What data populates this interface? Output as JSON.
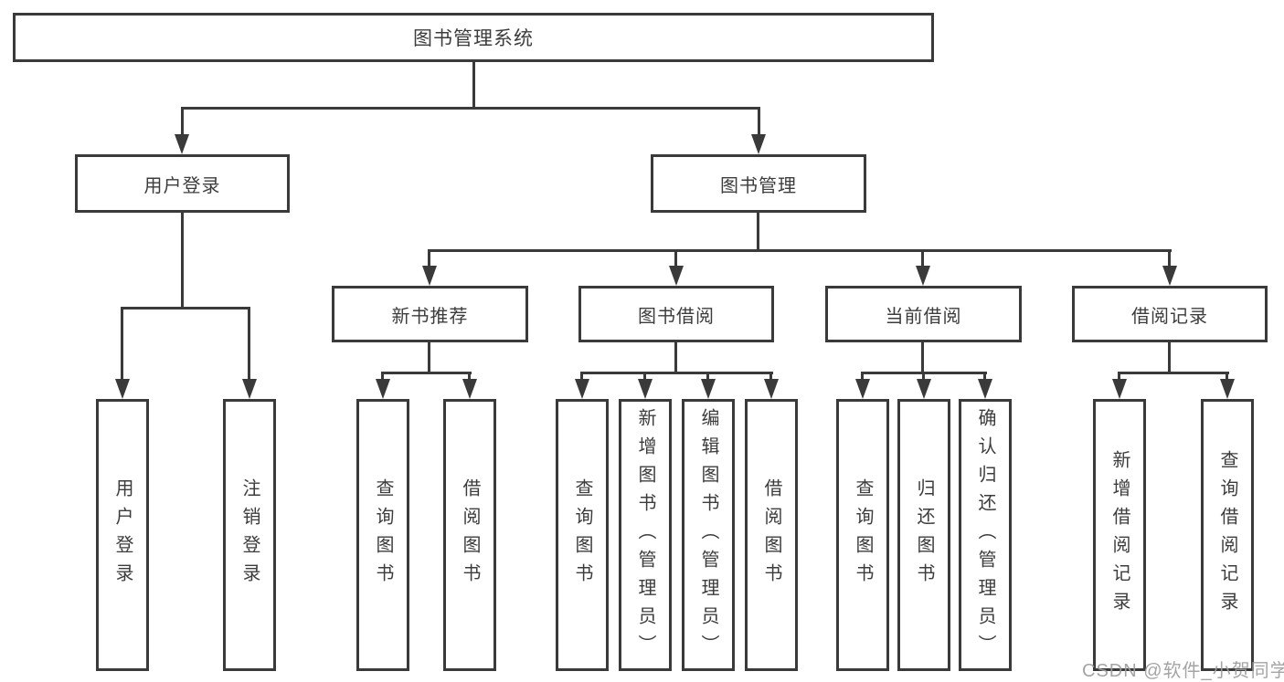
{
  "tree": {
    "root": "图书管理系统",
    "branches": [
      {
        "label": "用户登录",
        "children": [
          "用户登录",
          "注销登录"
        ]
      },
      {
        "label": "图书管理",
        "sections": [
          {
            "label": "新书推荐",
            "children": [
              "查询图书",
              "借阅图书"
            ]
          },
          {
            "label": "图书借阅",
            "children": [
              "查询图书",
              "新增图书（管理员）",
              "编辑图书（管理员）",
              "借阅图书"
            ]
          },
          {
            "label": "当前借阅",
            "children": [
              "查询图书",
              "归还图书",
              "确认归还（管理员）"
            ]
          },
          {
            "label": "借阅记录",
            "children": [
              "新增借阅记录",
              "查询借阅记录"
            ]
          }
        ]
      }
    ]
  },
  "watermark": "CSDN @软件_小贺同学",
  "colors": {
    "line": "#3a3a3a",
    "text": "#3c3c3c",
    "watermark": "#9d9d9d",
    "background": "#ffffff"
  }
}
